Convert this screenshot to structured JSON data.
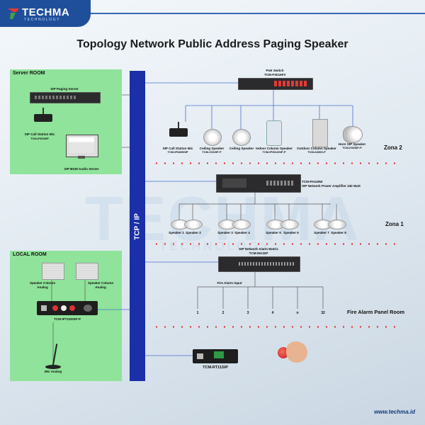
{
  "brand": {
    "name": "TECHMA",
    "tagline": "TECHNOLOGY",
    "website": "www.techma.id",
    "color": "#1f4f9a"
  },
  "title": "Topology Network Public Address Paging Speaker",
  "bus_label": "TCP / IP",
  "rooms": {
    "server": {
      "title": "Server ROOM",
      "devices": {
        "paging_server": "SIP Paging Server",
        "call_station": [
          "SIP Call Station Mic",
          "TCM-IP6S05P"
        ],
        "audio_server": "SIP BGM Audio Server"
      }
    },
    "local": {
      "title": "LOCAL ROOM",
      "speaker_left": [
        "Speaker Column",
        "Analog"
      ],
      "speaker_right": [
        "Speaker Column",
        "Analog"
      ],
      "decoder": "TCM-IP7230SIP-P",
      "mic": "Mic Analog"
    }
  },
  "poe_switch": [
    "PoE Switch",
    "TCM-P3016F3"
  ],
  "zona2": {
    "label": "Zona 2",
    "devices": [
      {
        "name": [
          "SIP Call Station Mic",
          "TCM-IP6805SIP"
        ]
      },
      {
        "name": [
          "Ceiling Speaker",
          "TCM-C515IP-P"
        ]
      },
      {
        "name": [
          "Ceiling Speaker",
          ""
        ]
      },
      {
        "name": [
          "Indoor Column Speaker",
          "TCM-IP9616SIP-P"
        ]
      },
      {
        "name": [
          "Outdoor Column Speaker",
          "TCM-6406S-P"
        ]
      },
      {
        "name": [
          "Horn SIP Speaker",
          "TCM-H15SIP-P"
        ]
      }
    ]
  },
  "amplifier": [
    "TCM-PA240W",
    "SIP Network Power Amplifier 240 Watt"
  ],
  "zona1": {
    "label": "Zona 1",
    "speakers": [
      "Speaker 1",
      "Speaker 2",
      "Speaker 3",
      "Speaker 4",
      "Speaker 5",
      "Speaker 6",
      "Speaker 7",
      "Speaker 8"
    ]
  },
  "alarm_matrix": [
    "SIP Network Alarm Matrix",
    "TCM-MA32P"
  ],
  "fire_alarm": {
    "input_label": "Fire Alarm Input",
    "inputs": [
      "1",
      "2",
      "3",
      "4",
      "n",
      "32"
    ],
    "room_label": "Fire Alarm Panel Room"
  },
  "bottom_device": "TCM-RT11SIP",
  "colors": {
    "bus": "#1a2fa8",
    "room": "#8fe39a",
    "zone_divider": "#e03030",
    "wire": "#4a6fd0"
  }
}
